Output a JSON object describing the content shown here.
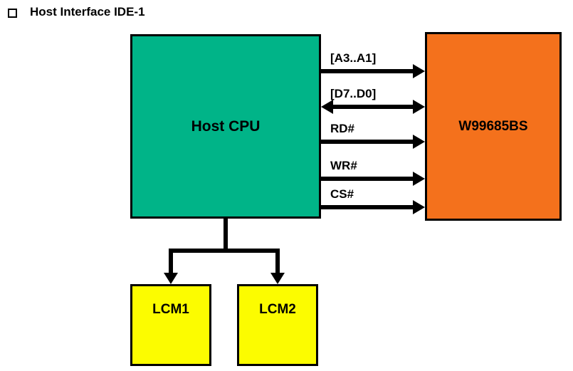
{
  "title": "Host Interface IDE-1",
  "colors": {
    "host_cpu_fill": "#00B488",
    "chip_fill": "#F4711C",
    "lcm_fill": "#FCFC00",
    "line": "#000000"
  },
  "diagram": {
    "host_cpu": {
      "label": "Host CPU"
    },
    "chip": {
      "label": "W99685BS"
    },
    "signals": [
      {
        "label": "[A3..A1]",
        "direction": "right"
      },
      {
        "label": "[D7..D0]",
        "direction": "bidirectional"
      },
      {
        "label": "RD#",
        "direction": "right"
      },
      {
        "label": "WR#",
        "direction": "right"
      },
      {
        "label": "CS#",
        "direction": "right"
      }
    ],
    "lcm_modules": [
      {
        "label": "LCM1"
      },
      {
        "label": "LCM2"
      }
    ]
  }
}
